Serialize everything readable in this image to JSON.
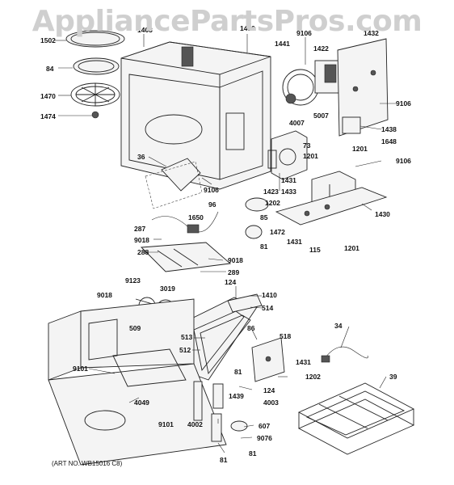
{
  "watermark": "AppliancePartsPros.com",
  "art_number": "(ART NO. WB15016 C8)",
  "callouts": [
    "1502",
    "84",
    "1470",
    "1474",
    "1403",
    "1430",
    "9106",
    "1441",
    "1422",
    "1432",
    "9106",
    "4007",
    "5007",
    "1438",
    "1648",
    "73",
    "1201",
    "1201",
    "9106",
    "36",
    "9106",
    "96",
    "1431",
    "1423",
    "1433",
    "1202",
    "1430",
    "85",
    "1650",
    "1472",
    "287",
    "9018",
    "81",
    "288",
    "1431",
    "115",
    "1201",
    "9018",
    "289",
    "9123",
    "3019",
    "124",
    "1410",
    "9018",
    "514",
    "509",
    "86",
    "34",
    "513",
    "518",
    "512",
    "1431",
    "9101",
    "81",
    "1202",
    "39",
    "1439",
    "124",
    "4003",
    "4049",
    "9101",
    "4002",
    "607",
    "9076",
    "81",
    "81"
  ]
}
